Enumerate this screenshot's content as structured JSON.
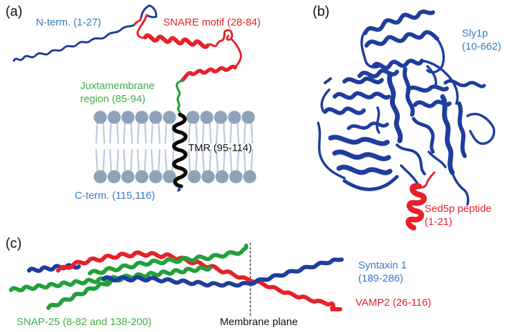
{
  "colors": {
    "blue_text": "#3a78c4",
    "red_text": "#e8202a",
    "green_text": "#3fae49",
    "black_text": "#111111",
    "protein_blue": "#1f3d9e",
    "protein_red": "#e8202a",
    "protein_green": "#22a03a",
    "tmr_black": "#0a0a0a",
    "lipid_head": "#8fa3b8",
    "lipid_tail": "#b9cadb"
  },
  "panels": {
    "a": {
      "letter": "(a)",
      "labels": {
        "n_term": "N-term. (1-27)",
        "snare_motif": "SNARE motif (28-84)",
        "juxta_line1": "Juxtamembrane",
        "juxta_line2": "region (85-94)",
        "tmr": "TMR (95-114)",
        "c_term": "C-term. (115,116)"
      }
    },
    "b": {
      "letter": "(b)",
      "labels": {
        "sly1p_line1": "Sly1p",
        "sly1p_line2": "(10-662)",
        "sed5p_line1": "Sed5p peptide",
        "sed5p_line2": "(1-21)"
      }
    },
    "c": {
      "letter": "(c)",
      "labels": {
        "syntaxin_line1": "Syntaxin 1",
        "syntaxin_line2": "(189-286)",
        "vamp2": "VAMP2 (26-116)",
        "snap25": "SNAP-25 (8-82 and 138-200)",
        "membrane_plane": "Membrane plane"
      }
    }
  }
}
